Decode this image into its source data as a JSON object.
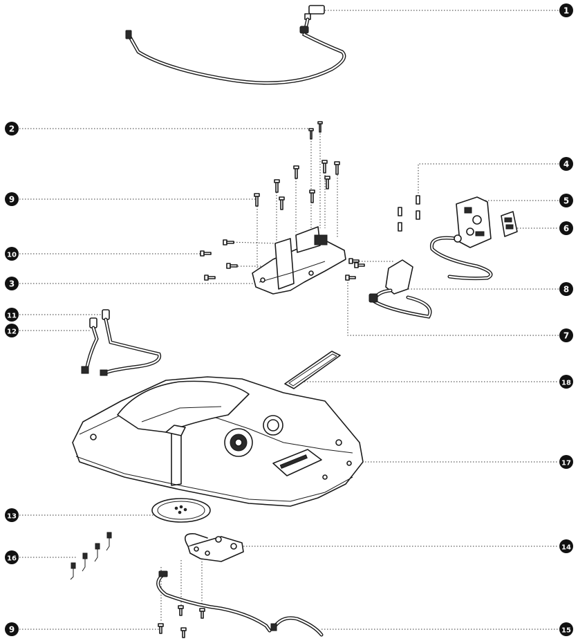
{
  "callouts": [
    {
      "id": "c1",
      "label": "1"
    },
    {
      "id": "c2",
      "label": "2"
    },
    {
      "id": "c9a",
      "label": "9"
    },
    {
      "id": "c10",
      "label": "10"
    },
    {
      "id": "c3",
      "label": "3"
    },
    {
      "id": "c11",
      "label": "11"
    },
    {
      "id": "c12",
      "label": "12"
    },
    {
      "id": "c4",
      "label": "4"
    },
    {
      "id": "c5",
      "label": "5"
    },
    {
      "id": "c6",
      "label": "6"
    },
    {
      "id": "c8",
      "label": "8"
    },
    {
      "id": "c7",
      "label": "7"
    },
    {
      "id": "c18",
      "label": "18"
    },
    {
      "id": "c17",
      "label": "17"
    },
    {
      "id": "c13",
      "label": "13"
    },
    {
      "id": "c14",
      "label": "14"
    },
    {
      "id": "c16",
      "label": "16"
    },
    {
      "id": "c9b",
      "label": "9"
    },
    {
      "id": "c15",
      "label": "15"
    }
  ],
  "colors": {
    "line": "#1a1a1a",
    "badge": "#111111",
    "background": "#ffffff"
  }
}
